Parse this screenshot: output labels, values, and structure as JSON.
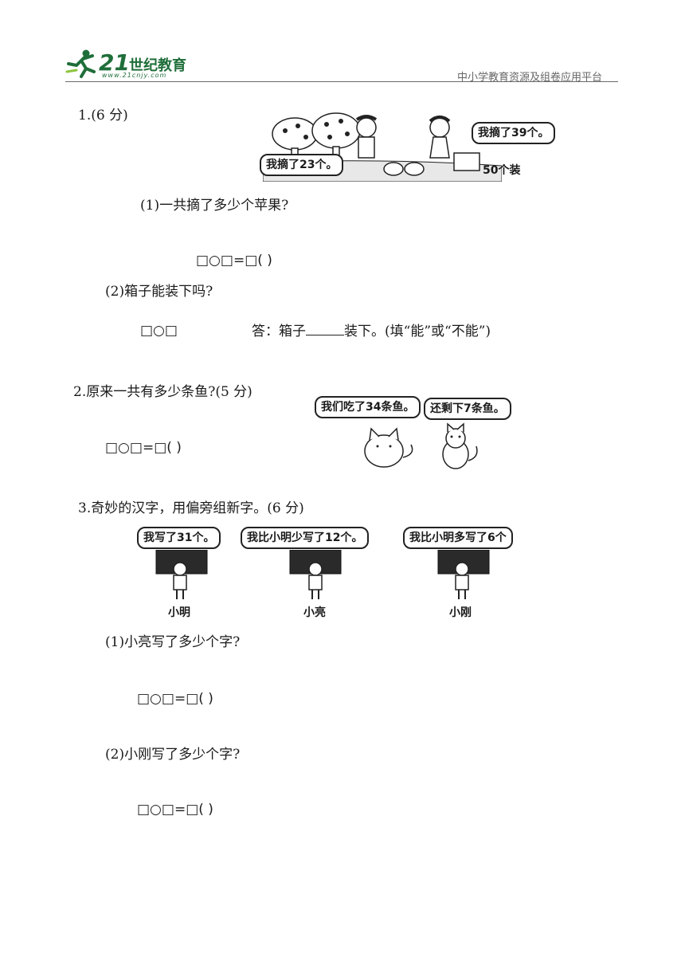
{
  "header": {
    "logo_number": "21",
    "logo_text": "世纪教育",
    "logo_url": "www.21cnjy.com",
    "platform": "中小学教育资源及组卷应用平台"
  },
  "q1": {
    "title": "1.(6 分)",
    "bubble_boy": "我摘了23个。",
    "bubble_girl": "我摘了39个。",
    "box_label": "50个装",
    "sub1": "(1)一共摘了多少个苹果?",
    "eq1": "□○□=□(   )",
    "sub2": "(2)箱子能装下吗?",
    "eq2": "□○□",
    "answer_prefix": "答：箱子",
    "answer_suffix": "装下。(填“能”或“不能”)"
  },
  "q2": {
    "title": "2.原来一共有多少条鱼?(5 分)",
    "bubble_left": "我们吃了34条鱼。",
    "bubble_right": "还剩下7条鱼。",
    "eq": "□○□=□(   )"
  },
  "q3": {
    "title": "3.奇妙的汉字，用偏旁组新字。(6 分)",
    "bubble1": "我写了31个。",
    "bubble2": "我比小明少写了12个。",
    "bubble3": "我比小明多写了6个",
    "name1": "小明",
    "name2": "小亮",
    "name3": "小刚",
    "sub1": "(1)小亮写了多少个字?",
    "eq1": "□○□=□(   )",
    "sub2": "(2)小刚写了多少个字?",
    "eq2": "□○□=□(   )"
  }
}
